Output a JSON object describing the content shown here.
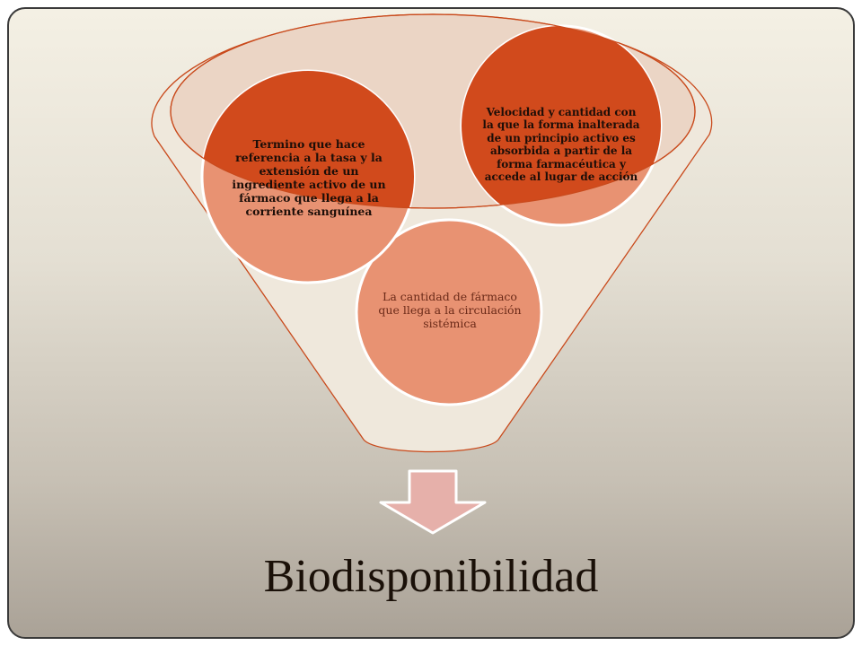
{
  "diagram": {
    "type": "funnel",
    "colors": {
      "funnel_stroke": "#c94a1c",
      "funnel_fill": "#efe8dc",
      "circle_dark": "#d14a1c",
      "circle_light": "#e89272",
      "arrow_fill": "#e6b0aa",
      "arrow_stroke": "#ffffff"
    },
    "circles": [
      {
        "text": "Termino que hace referencia a la tasa y la extensión de un ingrediente activo de un fármaco que llega a la corriente sanguínea"
      },
      {
        "text": "Velocidad y cantidad con la que la forma inalterada de un principio activo es absorbida a partir de la forma farmacéutica y accede al lugar de acción"
      },
      {
        "text": "La cantidad de fármaco que llega a la circulación sistémica"
      }
    ],
    "result": "Biodisponibilidad"
  }
}
